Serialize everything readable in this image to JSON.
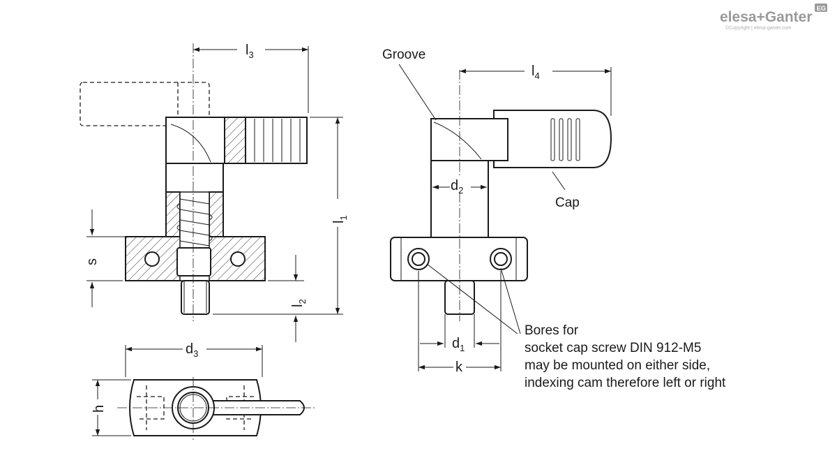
{
  "logo": {
    "brand": "elesa+Ganter",
    "badge": "EG",
    "copyright": "©Copyright | elesa-ganter.com"
  },
  "dimensions": {
    "l3": {
      "main": "l",
      "sub": "3"
    },
    "l4": {
      "main": "l",
      "sub": "4"
    },
    "l1": {
      "main": "l",
      "sub": "1"
    },
    "l2": {
      "main": "l",
      "sub": "2"
    },
    "s": "s",
    "d2": {
      "main": "d",
      "sub": "2"
    },
    "d1": {
      "main": "d",
      "sub": "1"
    },
    "d3": {
      "main": "d",
      "sub": "3"
    },
    "k": "k",
    "h": "h"
  },
  "labels": {
    "groove": "Groove",
    "cap": "Cap",
    "bores": [
      "Bores for",
      "socket cap screw DIN 912-M5",
      "may be mounted on either side,",
      "indexing cam therefore left or right"
    ]
  }
}
